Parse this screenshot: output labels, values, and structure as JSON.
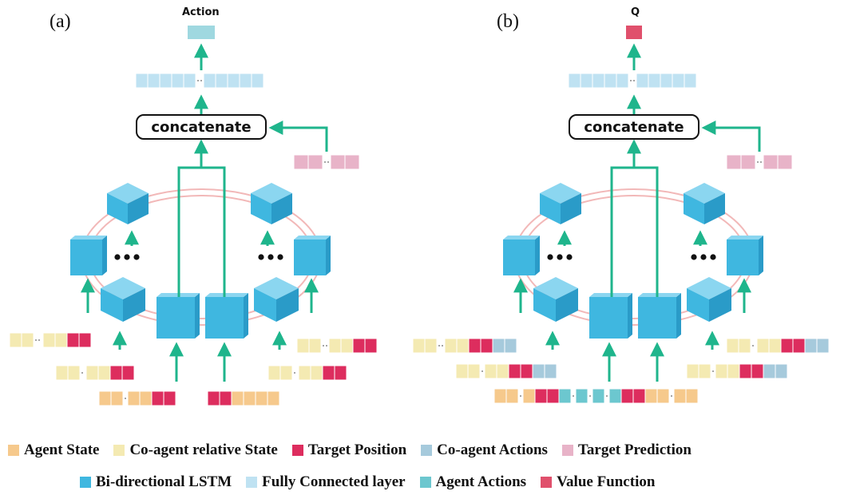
{
  "panels": [
    {
      "label": "(a)",
      "output": "Action",
      "concat": "concatenate"
    },
    {
      "label": "(b)",
      "output": "Q",
      "concat": "concatenate"
    }
  ],
  "legend": {
    "row1": [
      {
        "label": "Agent State",
        "color": "#f6c98c"
      },
      {
        "label": "Co-agent relative State",
        "color": "#f4eab2"
      },
      {
        "label": "Target Position",
        "color": "#dd2d5e"
      },
      {
        "label": "Co-agent Actions",
        "color": "#a6cadc"
      },
      {
        "label": "Target Prediction",
        "color": "#e8b3c8"
      }
    ],
    "row2": [
      {
        "label": "Bi-directional LSTM",
        "color": "#3fb7e0"
      },
      {
        "label": "Fully Connected layer",
        "color": "#bfe2f2"
      },
      {
        "label": "Agent Actions",
        "color": "#6cc7cf"
      },
      {
        "label": "Value Function",
        "color": "#e0506c"
      }
    ]
  },
  "colors": {
    "arrow": "#1fb58c",
    "cube_front": "#3fb7e0",
    "cube_top": "#8bd6f0",
    "cube_side": "#2a9bc8",
    "recurrent_link": "#f2b8b8",
    "fc_layer": "#bfe2f2",
    "action_output": "#9fd8e0",
    "q_output": "#e0506c"
  }
}
